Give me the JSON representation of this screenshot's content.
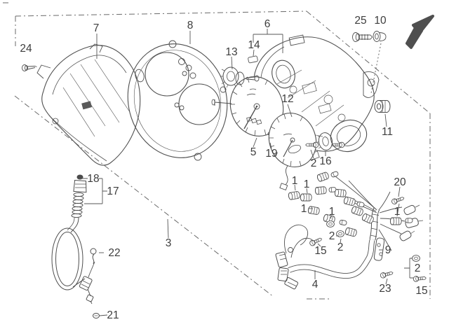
{
  "figure": {
    "kind": "exploded-parts-diagram",
    "background": "#ffffff",
    "line_color": "#4f4f4f",
    "label_color": "#3d3d3d",
    "arrow_icon": "ne-direction-arrow",
    "arrow_color": "#4f4f4f"
  },
  "labels": [
    {
      "text": "7"
    },
    {
      "text": "8"
    },
    {
      "text": "6"
    },
    {
      "text": "24"
    },
    {
      "text": "13"
    },
    {
      "text": "14"
    },
    {
      "text": "25"
    },
    {
      "text": "10"
    },
    {
      "text": "12"
    },
    {
      "text": "11"
    },
    {
      "text": "5"
    },
    {
      "text": "19"
    },
    {
      "text": "2"
    },
    {
      "text": "16"
    },
    {
      "text": "1"
    },
    {
      "text": "1"
    },
    {
      "text": "1"
    },
    {
      "text": "1"
    },
    {
      "text": "2"
    },
    {
      "text": "15"
    },
    {
      "text": "2"
    },
    {
      "text": "4"
    },
    {
      "text": "18"
    },
    {
      "text": "17"
    },
    {
      "text": "22"
    },
    {
      "text": "3"
    },
    {
      "text": "21"
    },
    {
      "text": "20"
    },
    {
      "text": "1"
    },
    {
      "text": "9"
    },
    {
      "text": "23"
    },
    {
      "text": "2"
    },
    {
      "text": "15"
    }
  ]
}
